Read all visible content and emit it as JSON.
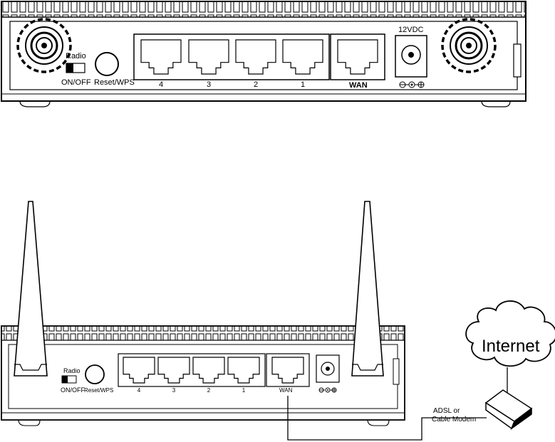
{
  "top_router": {
    "radio_label": "Radio",
    "onoff_label": "ON/OFF",
    "reset_label": "Reset/WPS",
    "ports": [
      "4",
      "3",
      "2",
      "1"
    ],
    "wan_label": "WAN",
    "power_label": "12VDC"
  },
  "bottom_router": {
    "radio_label": "Radio",
    "onoff_label": "ON/OFF",
    "reset_label": "Reset/WPS",
    "ports": [
      "4",
      "3",
      "2",
      "1"
    ],
    "wan_label": "WAN"
  },
  "internet_label": "Internet",
  "modem_label_line1": "ADSL or",
  "modem_label_line2": "Cable Modem"
}
